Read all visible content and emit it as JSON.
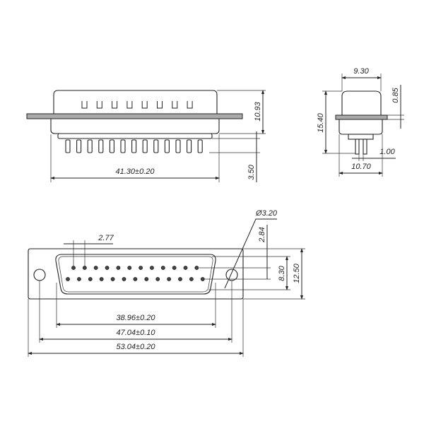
{
  "title": "DB25 male connector dimensional drawing",
  "top_view": {
    "width": "41.30±0.20",
    "height": "10.93",
    "pin_length": "3.50"
  },
  "side_view": {
    "shell_width": "9.30",
    "flange_thickness": "0.85",
    "overall_height": "15.40",
    "pin_width": "1.00",
    "body_width": "10.70"
  },
  "front_view": {
    "pin_pitch": "2.77",
    "hole_diameter": "Ø3.20",
    "row_offset": "2.84",
    "shell_height": "8.30",
    "flange_height": "12.50",
    "shell_width": "38.96±0.20",
    "hole_spacing": "47.04±0.10",
    "flange_width": "53.04±0.20",
    "pins_top_row": 12,
    "pins_bottom_row": 13
  }
}
